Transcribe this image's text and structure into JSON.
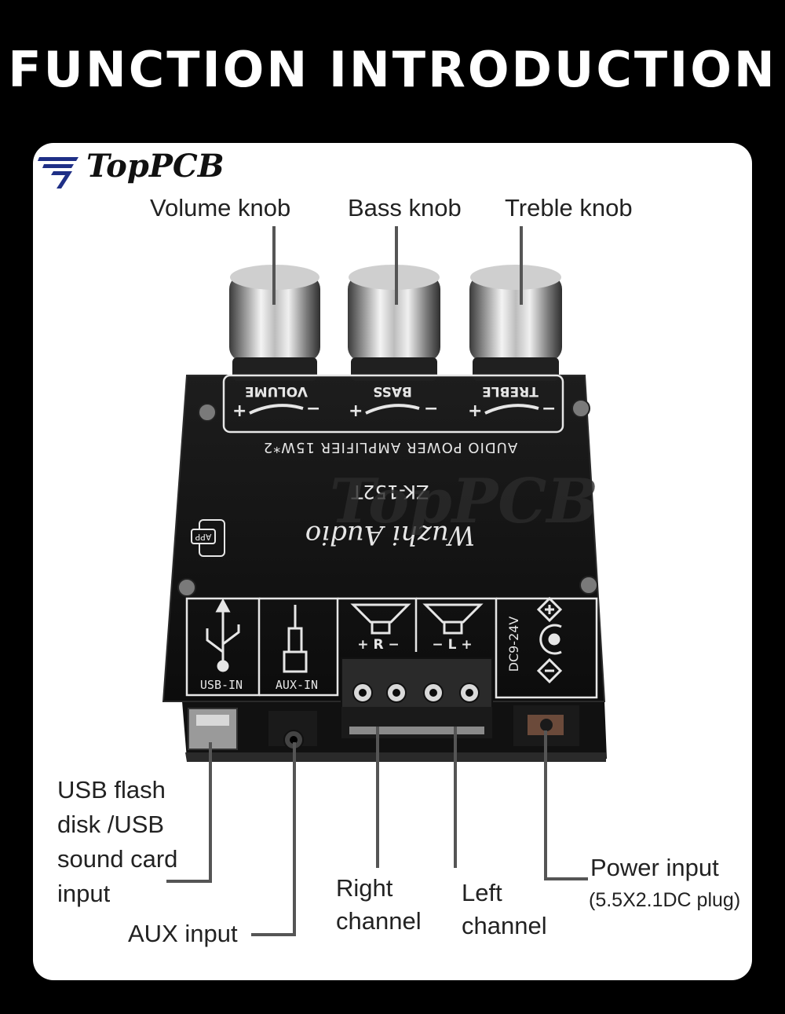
{
  "title": "FUNCTION INTRODUCTION",
  "logo": {
    "text": "TopPCB"
  },
  "callouts": {
    "volume": "Volume knob",
    "bass": "Bass knob",
    "treble": "Treble knob",
    "usb": [
      "USB flash",
      "disk /USB",
      "sound card",
      "input"
    ],
    "aux": "AUX input",
    "right": [
      "Right",
      "channel"
    ],
    "left": [
      "Left",
      "channel"
    ],
    "power": "Power input",
    "power_note": "(5.5X2.1DC plug)"
  },
  "board": {
    "volume": "VOLUME",
    "bass": "BASS",
    "treble": "TREBLE",
    "plus": "+",
    "minus": "−",
    "amp": "AUDIO POWER AMPLIFIER 15W*2",
    "model": "ZK-152T",
    "brand": "Wuzhi Audio",
    "app": "APP",
    "usb_in": "USB-IN",
    "aux_in": "AUX-IN",
    "right_mark": "+ R −",
    "left_mark": "− L +",
    "dc": "DC9-24V",
    "watermark": "TopPCB"
  },
  "colors": {
    "background": "#000000",
    "card": "#ffffff",
    "board": "#141414",
    "silkscreen": "#e6e6e6",
    "logo_blue": "#1f2f86"
  }
}
